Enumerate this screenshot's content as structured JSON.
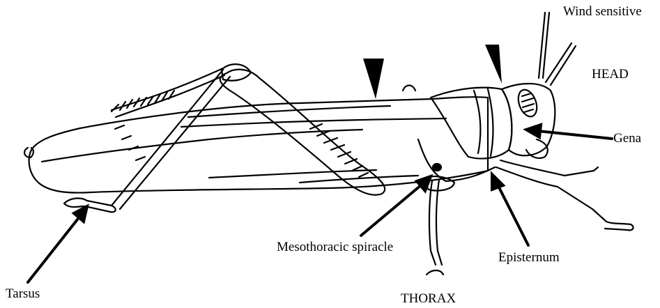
{
  "labels": {
    "wind_sensitive": "Wind sensitive",
    "head": "HEAD",
    "gena": "Gena",
    "mesothoracic_spiracle": "Mesothoracic spiracle",
    "episternum": "Episternum",
    "tarsus": "Tarsus",
    "thorax": "THORAX"
  },
  "colors": {
    "ink": "#000000",
    "paper": "#ffffff"
  }
}
